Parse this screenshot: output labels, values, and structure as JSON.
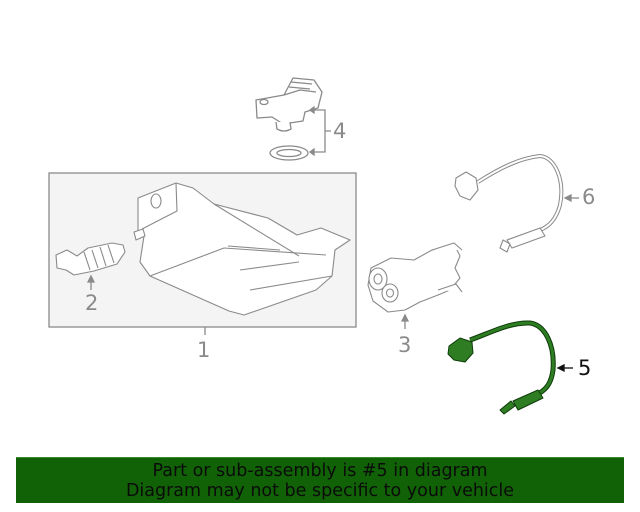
{
  "diagram": {
    "highlight_color": "#1f6e1a",
    "line_color": "#8a8a8a",
    "callouts": [
      {
        "number": "1",
        "part": "canister-assembly"
      },
      {
        "number": "2",
        "part": "purge-valve"
      },
      {
        "number": "3",
        "part": "vent-valve"
      },
      {
        "number": "4",
        "part": "pressure-sensor-with-seal"
      },
      {
        "number": "5",
        "part": "oxygen-sensor-highlighted"
      },
      {
        "number": "6",
        "part": "oxygen-sensor"
      }
    ],
    "highlighted_callout": "5"
  },
  "banner": {
    "line1": "Part or sub-assembly is #5 in diagram",
    "line2": "Diagram may not be specific to your vehicle",
    "background": "#116206"
  }
}
